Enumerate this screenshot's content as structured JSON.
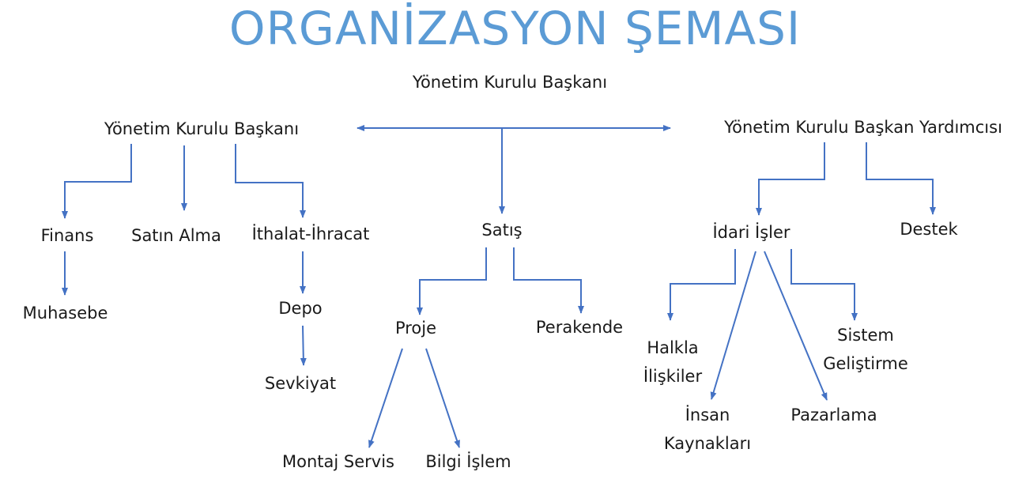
{
  "title": "ORGANİZASYON ŞEMASI",
  "colors": {
    "title": "#5b9bd5",
    "connector": "#4472c4",
    "text": "#1a1a1a",
    "background": "#ffffff"
  },
  "nodes": {
    "top": "Yönetim Kurulu Başkanı",
    "chairman": "Yönetim Kurulu Başkanı",
    "vice_chairman": "Yönetim Kurulu Başkan Yardımcısı",
    "finans": "Finans",
    "satin_alma": "Satın Alma",
    "ithalat_ihracat": "İthalat-İhracat",
    "muhasebe": "Muhasebe",
    "depo": "Depo",
    "sevkiyat": "Sevkiyat",
    "satis": "Satış",
    "proje": "Proje",
    "perakende": "Perakende",
    "montaj_servis": "Montaj Servis",
    "bilgi_islem": "Bilgi İşlem",
    "idari_isler": "İdari İşler",
    "destek": "Destek",
    "halkla_iliskiler": "Halkla İlişkiler",
    "insan_kaynaklari": "İnsan Kaynakları",
    "pazarlama": "Pazarlama",
    "sistem_gelistirme": "Sistem Geliştirme"
  },
  "edges": [
    {
      "from": "chairman",
      "to": "vice_chairman",
      "label": "",
      "bidirectional": true
    },
    {
      "from": "top",
      "to": "satis",
      "label": ""
    },
    {
      "from": "chairman",
      "to": "finans",
      "label": ""
    },
    {
      "from": "chairman",
      "to": "satin_alma",
      "label": ""
    },
    {
      "from": "chairman",
      "to": "ithalat_ihracat",
      "label": ""
    },
    {
      "from": "finans",
      "to": "muhasebe",
      "label": ""
    },
    {
      "from": "ithalat_ihracat",
      "to": "depo",
      "label": ""
    },
    {
      "from": "depo",
      "to": "sevkiyat",
      "label": ""
    },
    {
      "from": "satis",
      "to": "proje",
      "label": ""
    },
    {
      "from": "satis",
      "to": "perakende",
      "label": ""
    },
    {
      "from": "proje",
      "to": "montaj_servis",
      "label": ""
    },
    {
      "from": "proje",
      "to": "bilgi_islem",
      "label": ""
    },
    {
      "from": "vice_chairman",
      "to": "idari_isler",
      "label": ""
    },
    {
      "from": "vice_chairman",
      "to": "destek",
      "label": ""
    },
    {
      "from": "idari_isler",
      "to": "halkla_iliskiler",
      "label": ""
    },
    {
      "from": "idari_isler",
      "to": "insan_kaynaklari",
      "label": ""
    },
    {
      "from": "idari_isler",
      "to": "pazarlama",
      "label": ""
    },
    {
      "from": "idari_isler",
      "to": "sistem_gelistirme",
      "label": ""
    }
  ]
}
